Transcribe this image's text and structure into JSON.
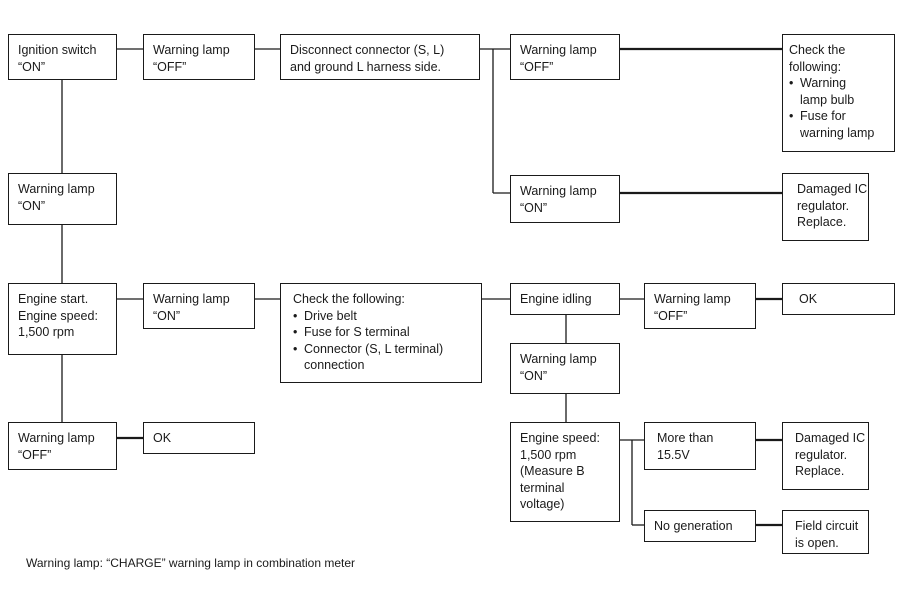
{
  "nodes": {
    "ignition": {
      "lines": [
        "Ignition switch",
        "“ON”"
      ]
    },
    "lamp_off_1": {
      "lines": [
        "Warning lamp",
        "“OFF”"
      ]
    },
    "disconnect": {
      "lines": [
        "Disconnect connector (S, L)",
        "and ground L harness side."
      ]
    },
    "lamp_off_2": {
      "lines": [
        "Warning lamp",
        "“OFF”"
      ]
    },
    "check_bulb": {
      "heading": [
        "Check the",
        "following:"
      ],
      "items": [
        [
          "Warning",
          "lamp bulb"
        ],
        [
          "Fuse for",
          "warning lamp"
        ]
      ]
    },
    "lamp_on_1": {
      "lines": [
        "Warning lamp",
        "“ON”"
      ]
    },
    "lamp_on_2": {
      "lines": [
        "Warning lamp",
        "“ON”"
      ]
    },
    "damaged_ic_1": {
      "lines": [
        "Damaged IC",
        "regulator.",
        "Replace."
      ]
    },
    "engine_start": {
      "lines": [
        "Engine start.",
        "Engine speed:",
        "1,500 rpm"
      ]
    },
    "lamp_on_3": {
      "lines": [
        "Warning lamp",
        "“ON”"
      ]
    },
    "check_drive": {
      "heading": [
        "Check the following:"
      ],
      "items": [
        [
          "Drive belt"
        ],
        [
          "Fuse for S terminal"
        ],
        [
          "Connector (S, L terminal)",
          "connection"
        ]
      ]
    },
    "idling": {
      "lines": [
        "Engine idling"
      ]
    },
    "lamp_off_3": {
      "lines": [
        "Warning lamp",
        "“OFF”"
      ]
    },
    "ok_1": {
      "lines": [
        "OK"
      ]
    },
    "lamp_on_4": {
      "lines": [
        "Warning lamp",
        "“ON”"
      ]
    },
    "engine_speed": {
      "lines": [
        "Engine speed:",
        "1,500 rpm",
        "(Measure B",
        "terminal",
        "voltage)"
      ]
    },
    "more_than": {
      "lines": [
        "More than",
        "15.5V"
      ]
    },
    "damaged_ic_2": {
      "lines": [
        "Damaged IC",
        "regulator.",
        "Replace."
      ]
    },
    "no_generation": {
      "lines": [
        "No generation"
      ]
    },
    "field_circuit": {
      "lines": [
        "Field circuit",
        "is open."
      ]
    },
    "lamp_off_4": {
      "lines": [
        "Warning lamp",
        "“OFF”"
      ]
    },
    "ok_2": {
      "lines": [
        "OK"
      ]
    }
  },
  "footnote": "Warning lamp: “CHARGE” warning lamp in combination meter"
}
